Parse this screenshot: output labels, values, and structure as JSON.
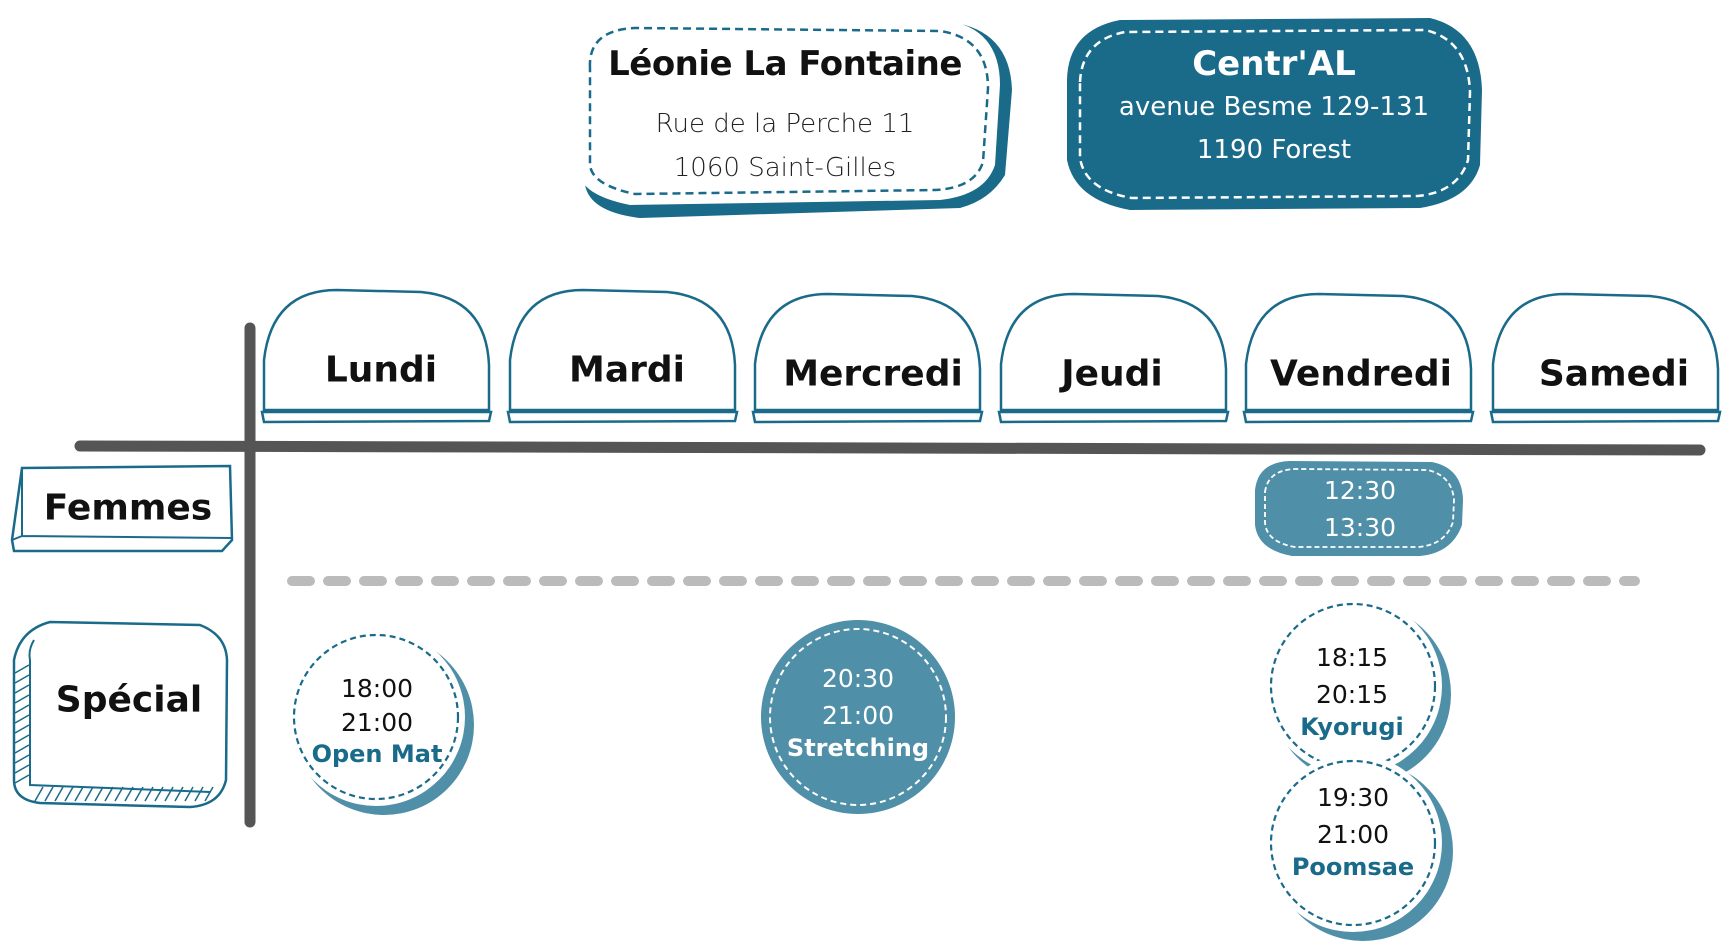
{
  "colors": {
    "primary": "#1a6a8a",
    "secondary": "#4f8fa8",
    "axis": "#555555",
    "divider": "#bbbbbb"
  },
  "locations": [
    {
      "name": "Léonie La Fontaine",
      "line1": "Rue de la Perche 11",
      "line2": "1060 Saint-Gilles"
    },
    {
      "name": "Centr'AL",
      "line1": "avenue Besme 129-131",
      "line2": "1190 Forest"
    }
  ],
  "days": [
    "Lundi",
    "Mardi",
    "Mercredi",
    "Jeudi",
    "Vendredi",
    "Samedi"
  ],
  "rows": [
    "Femmes",
    "Spécial"
  ],
  "sessions": {
    "femmes_vendredi": {
      "start": "12:30",
      "end": "13:30"
    },
    "open_mat": {
      "start": "18:00",
      "end": "21:00",
      "name": "Open Mat"
    },
    "stretching": {
      "start": "20:30",
      "end": "21:00",
      "name": "Stretching"
    },
    "kyorugi": {
      "start": "18:15",
      "end": "20:15",
      "name": "Kyorugi"
    },
    "poomsae": {
      "start": "19:30",
      "end": "21:00",
      "name": "Poomsae"
    }
  }
}
